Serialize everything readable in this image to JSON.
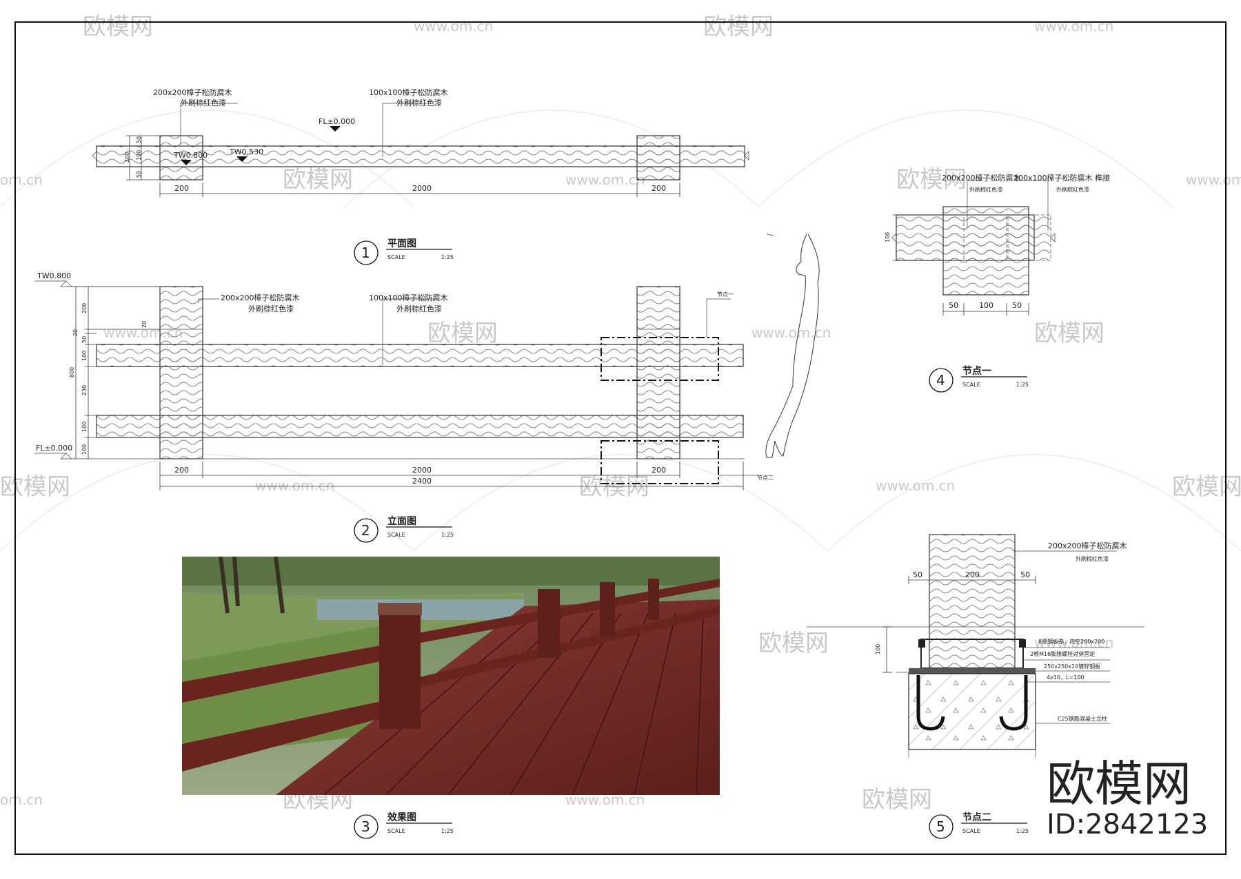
{
  "watermark": {
    "brand": "欧模网",
    "site": "www.om.cn",
    "site_short": "om.cn",
    "id": "ID:2842123"
  },
  "plan": {
    "label_post": "200x200樟子松防腐木",
    "label_post_paint": "外刷棕红色漆",
    "label_rail": "100x100樟子松防腐木",
    "label_rail_paint": "外刷棕红色漆",
    "fl": "FL±0.000",
    "tw1": "TW0.800",
    "tw2": "TW0.530",
    "dims_v": [
      "50",
      "100",
      "50",
      "200"
    ],
    "dims_h": [
      "200",
      "2000",
      "200"
    ],
    "num": "1",
    "title": "平面图",
    "scale_label": "SCALE",
    "scale": "1:25"
  },
  "elevation": {
    "tw": "TW0.800",
    "fl": "FL±0.000",
    "label_post": "200x200樟子松防腐木",
    "label_post_paint": "外刷棕红色漆",
    "label_rail": "100x100樟子松防腐木",
    "label_rail_paint": "外刷棕红色漆",
    "node1": "节点一",
    "node2": "节点二",
    "dims_v": [
      "200",
      "20",
      "50",
      "100",
      "230",
      "100",
      "100"
    ],
    "dim_total": "800",
    "dim_small": "20",
    "dims_h": [
      "200",
      "2000",
      "200"
    ],
    "dim_overall": "2400",
    "num": "2",
    "title": "立面图",
    "scale_label": "SCALE",
    "scale": "1:25"
  },
  "photo": {
    "num": "3",
    "title": "效果图",
    "scale_label": "SCALE",
    "scale": "1:25"
  },
  "detail1": {
    "label_a": "200x200樟子松防腐木",
    "label_a_paint": "外刷棕红色漆",
    "label_b": "100x100樟子松防腐木 榫接",
    "label_b_paint": "外刷棕红色漆",
    "dim_v": "100",
    "dims_h": [
      "50",
      "100",
      "50"
    ],
    "num": "4",
    "title": "节点一",
    "scale_label": "SCALE",
    "scale": "1:25"
  },
  "detail2": {
    "label_post": "200x200樟子松防腐木",
    "label_post_paint": "外刷棕红色漆",
    "note1": "8厚钢板卷，内空200x200",
    "note2": "2根M16膨胀螺栓对穿固定",
    "note3": "250x250x10镀锌钢板",
    "note4": "4⌀10，L=100",
    "note5": "C25钢筋混凝土立柱",
    "dims_h": [
      "50",
      "200",
      "50"
    ],
    "dim_v": "100",
    "num": "5",
    "title": "节点二",
    "scale_label": "SCALE",
    "scale": "1:25"
  }
}
